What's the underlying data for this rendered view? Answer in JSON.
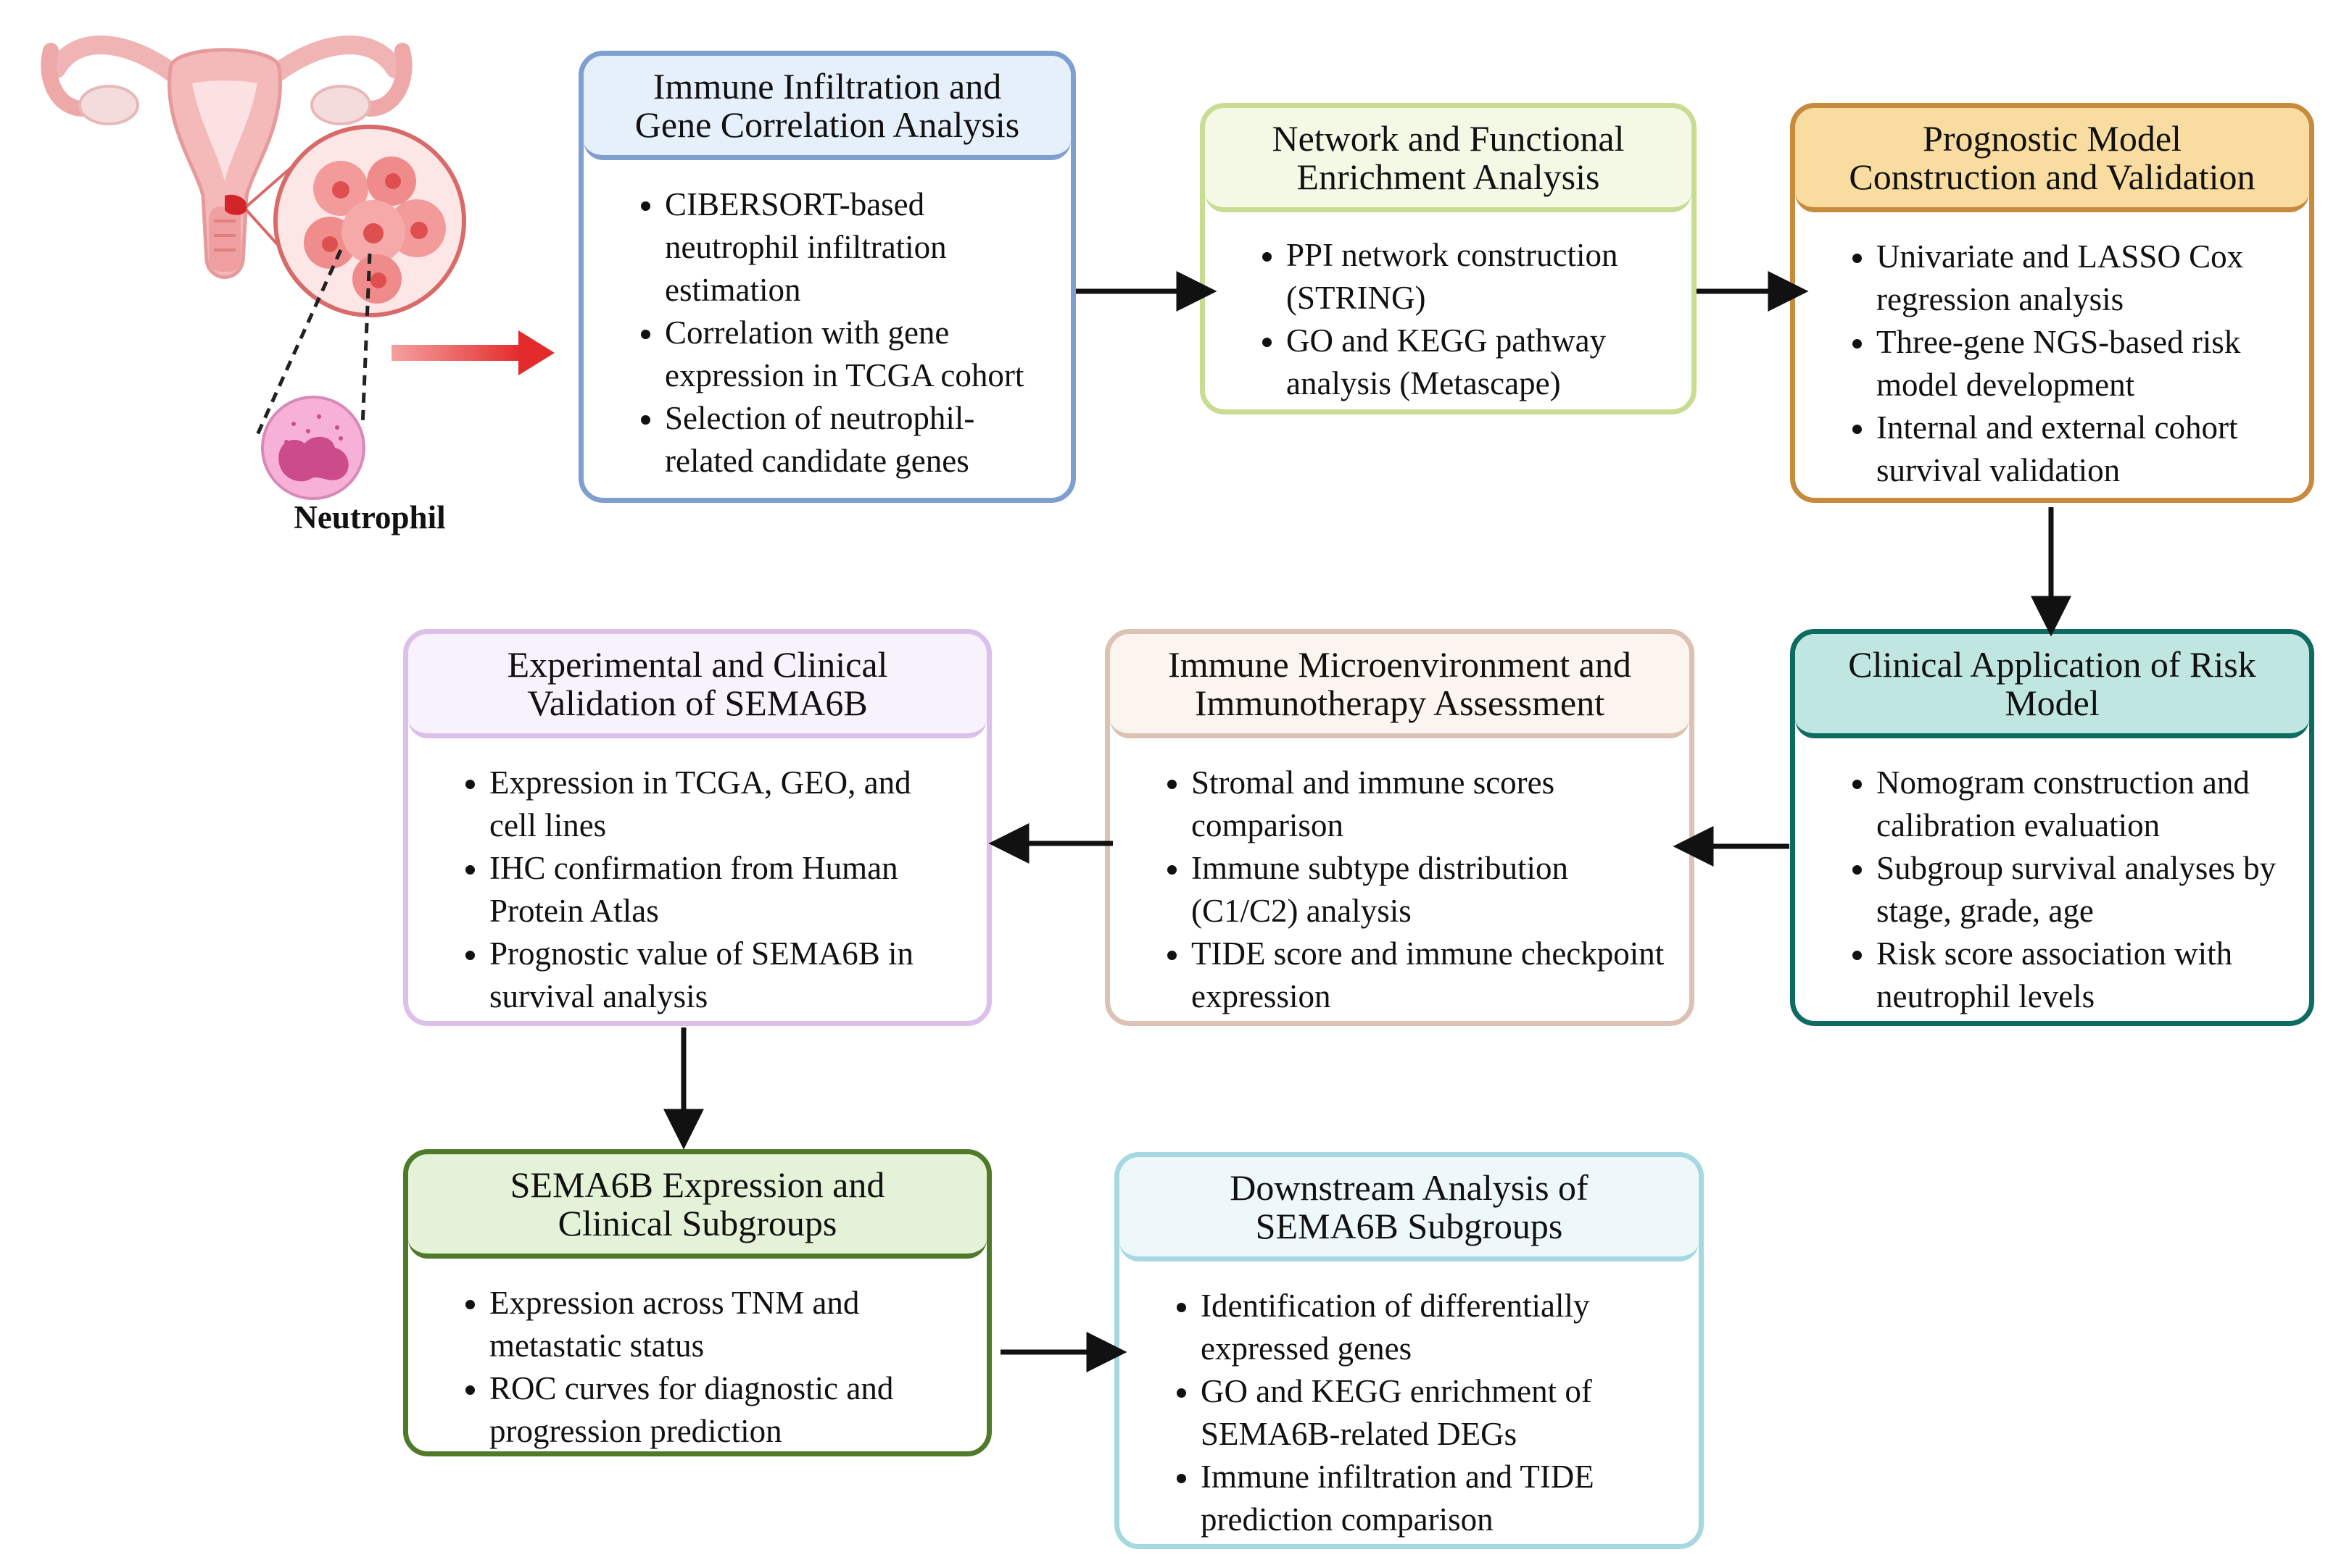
{
  "illustration": {
    "label": "Neutrophil",
    "colors": {
      "uterus": "#f4b9b9",
      "tumor": "#ec6a6a",
      "neutrophil": "#f7b0d8",
      "nucleus": "#cc4b8a",
      "arrow": "#e32b2b"
    }
  },
  "boxes": [
    {
      "id": "immune-infiltration",
      "title": "Immune Infiltration and\nGene Correlation Analysis",
      "border": "#7f9fd0",
      "head_bg": "#e6f0fb",
      "items": [
        "CIBERSORT-based neutrophil infiltration estimation",
        "Correlation with gene expression in TCGA cohort",
        "Selection of neutrophil-related candidate genes"
      ]
    },
    {
      "id": "network-enrichment",
      "title": "Network and Functional\nEnrichment Analysis",
      "border": "#c8dc92",
      "head_bg": "#f4f9e6",
      "items": [
        "PPI network construction (STRING)",
        "GO and KEGG pathway analysis (Metascape)"
      ]
    },
    {
      "id": "prognostic-model",
      "title": "Prognostic Model\nConstruction and Validation",
      "border": "#c88a3c",
      "head_bg": "#f9dca0",
      "items": [
        "Univariate and LASSO Cox regression analysis",
        "Three-gene NGS-based risk model development",
        "Internal and external cohort survival validation"
      ]
    },
    {
      "id": "clinical-application",
      "title": "Clinical Application of Risk\nModel",
      "border": "#0d6b60",
      "head_bg": "#bfe6e0",
      "items": [
        "Nomogram construction and calibration evaluation",
        "Subgroup survival analyses by stage, grade, age",
        "Risk score association with neutrophil levels"
      ]
    },
    {
      "id": "immune-microenvironment",
      "title": "Immune Microenvironment and\nImmunotherapy Assessment",
      "border": "#dcc2b4",
      "head_bg": "#fcf4ef",
      "items": [
        "Stromal and immune scores comparison",
        "Immune subtype distribution (C1/C2) analysis",
        "TIDE score and immune checkpoint expression"
      ]
    },
    {
      "id": "experimental-validation",
      "title": "Experimental and Clinical\nValidation of SEMA6B",
      "border": "#dcc0ec",
      "head_bg": "#f8f2fc",
      "items": [
        "Expression in TCGA, GEO, and cell lines",
        "IHC confirmation from Human Protein Atlas",
        "Prognostic value of SEMA6B in survival analysis"
      ]
    },
    {
      "id": "sema6b-expression",
      "title": "SEMA6B Expression and\nClinical Subgroups",
      "border": "#4e7a2a",
      "head_bg": "#e4f2d8",
      "items": [
        "Expression across TNM and metastatic status",
        "ROC curves for diagnostic and progression prediction"
      ]
    },
    {
      "id": "downstream-analysis",
      "title": "Downstream Analysis of\nSEMA6B Subgroups",
      "border": "#a6d8e2",
      "head_bg": "#eef8fb",
      "items": [
        "Identification of differentially expressed genes",
        "GO and KEGG enrichment of SEMA6B-related DEGs",
        "Immune infiltration and TIDE prediction comparison"
      ]
    }
  ]
}
